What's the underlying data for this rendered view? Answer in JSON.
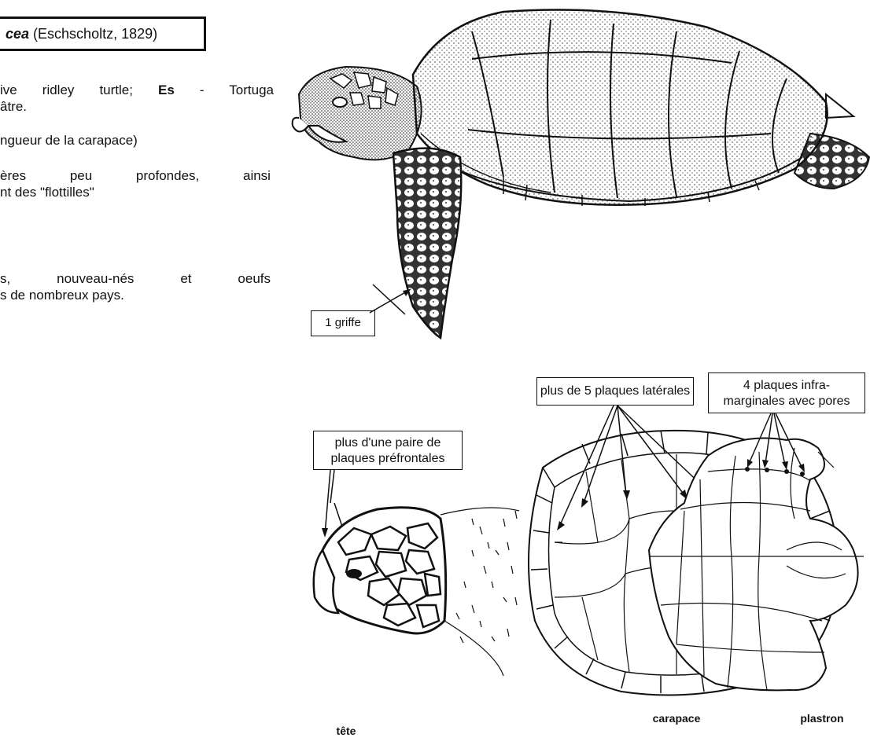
{
  "header": {
    "title_species": "cea",
    "title_author": " (Eschscholtz, 1829)"
  },
  "text": {
    "names_line1_a": "ive ridley turtle; ",
    "names_line1_es": "Es",
    "names_line1_b": " - Tortuga",
    "names_line2": "âtre.",
    "size": "ngueur de la carapace)",
    "habitat_line1": [
      "ères",
      "peu",
      "profondes,",
      "ainsi"
    ],
    "habitat_line2": "nt des \"flottilles\"",
    "fisheries_line1": [
      "s,",
      "nouveau-nés",
      "et",
      "oeufs"
    ],
    "fisheries_line2": "s de nombreux pays."
  },
  "labels": {
    "claw": "1 griffe",
    "lateral_plates": "plus de 5 plaques latérales",
    "prefrontal_line1": "plus d'une paire de",
    "prefrontal_line2": "plaques préfrontales",
    "inframarginal_line1": "4 plaques infra-",
    "inframarginal_line2": "marginales avec pores"
  },
  "captions": {
    "head": "tête",
    "carapace": "carapace",
    "plastron": "plastron"
  }
}
